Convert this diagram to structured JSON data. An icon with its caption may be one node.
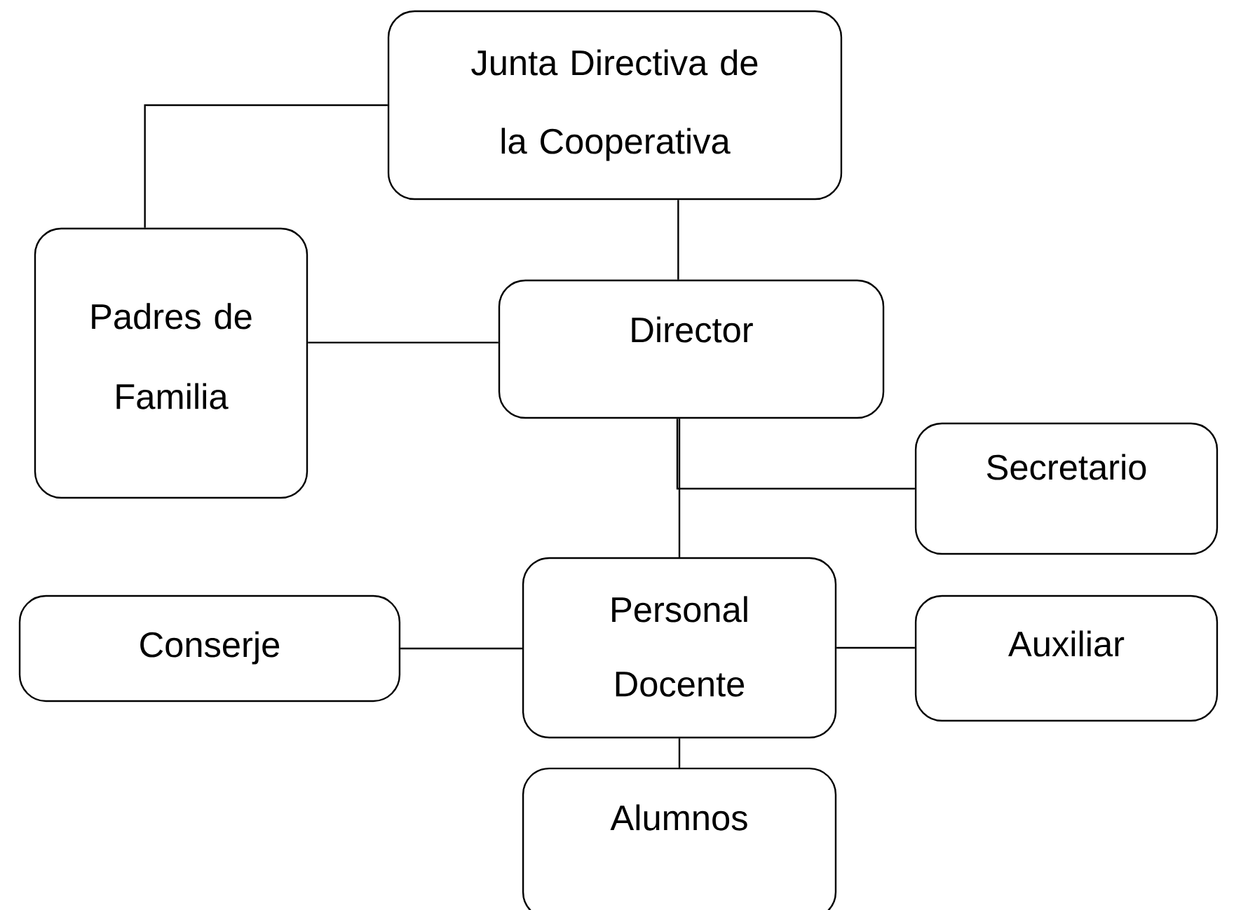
{
  "diagram": {
    "nodes": [
      {
        "text": [
          "Junta Directiva de la Cooperativa"
        ]
      },
      {
        "text": [
          "Padres de Familia"
        ]
      },
      {
        "text": [
          "Director"
        ]
      },
      {
        "text": [
          "Secretario"
        ]
      },
      {
        "text": [
          "Conserje"
        ]
      },
      {
        "text": [
          "Personal Docente"
        ]
      },
      {
        "text": [
          "Auxiliar"
        ]
      },
      {
        "text": [
          "Alumnos"
        ]
      }
    ],
    "edges": [
      {
        "from": 0,
        "to": 1,
        "arrow": "none"
      },
      {
        "from": 0,
        "to": 2,
        "arrow": "none"
      },
      {
        "from": 1,
        "to": 2,
        "arrow": "none"
      },
      {
        "from": 2,
        "to": 5,
        "arrow": "none"
      },
      {
        "from": 2,
        "to": 3,
        "arrow": "none"
      },
      {
        "from": 4,
        "to": 5,
        "arrow": "none"
      },
      {
        "from": 5,
        "to": 6,
        "arrow": "none"
      },
      {
        "from": 5,
        "to": 7,
        "arrow": "none"
      }
    ]
  }
}
